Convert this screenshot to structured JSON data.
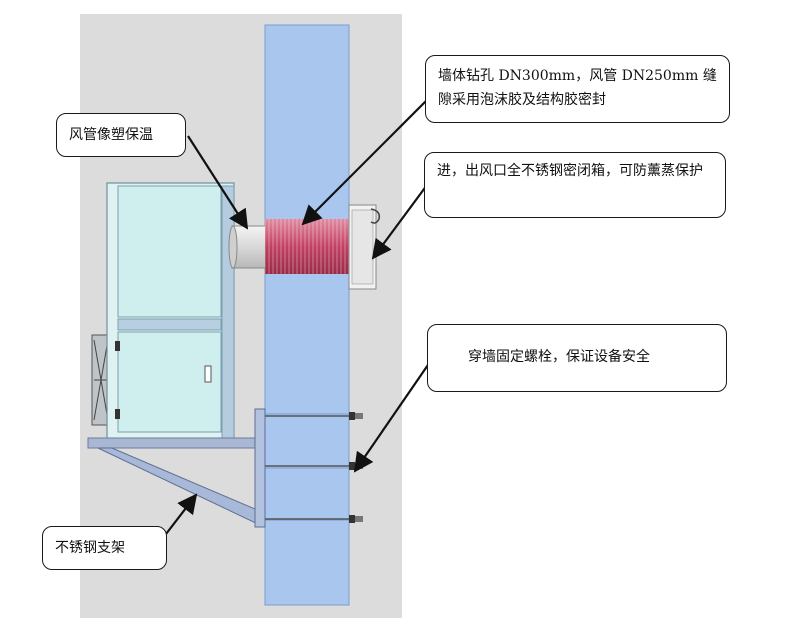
{
  "callouts": {
    "sealing": "墙体钻孔 DN300mm，风管 DN250mm 缝隙采用泡沫胶及结构胶密封",
    "insulation": "风管像塑保温",
    "box": "进，出风口全不锈钢密闭箱，可防薰蒸保护",
    "bolt": "穿墙固定螺栓，保证设备安全",
    "bracket": "不锈钢支架"
  },
  "colors": {
    "background_panel": "#dcdcdc",
    "wall": "#a9c6ee",
    "unit_body": "#cfeeee",
    "duct_insulation": "#c24062",
    "bracket": "#a8b8d8",
    "callout_border": "#1a1a1a"
  }
}
